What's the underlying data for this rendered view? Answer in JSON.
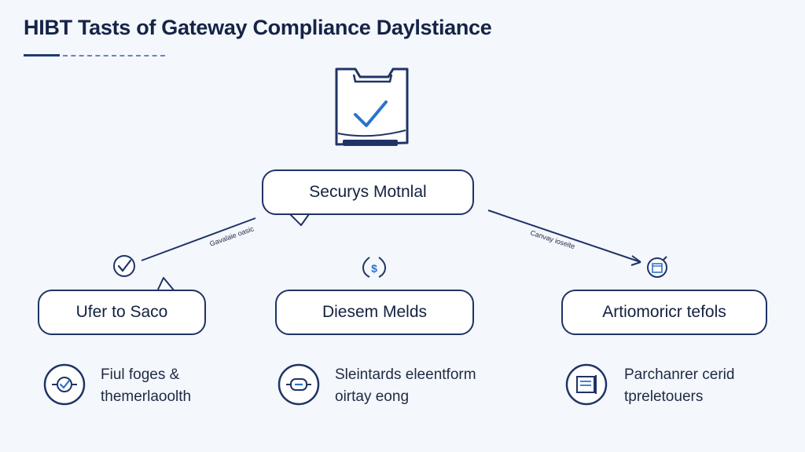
{
  "header": {
    "title": "HIBT Tasts of Gateway Compliance Daylstiance"
  },
  "diagram": {
    "top_node": {
      "label": "Securys Motnlal"
    },
    "edge_labels": {
      "left": "Gavalaie oasic",
      "right": "Canvay ioseite"
    },
    "nodes": [
      {
        "label": "Ufer to Saco",
        "detail": [
          "Fiul foges &",
          "themerlaoolth"
        ]
      },
      {
        "label": "Diesem Melds",
        "detail": [
          "Sleintards eleentform",
          "oirtay eong"
        ]
      },
      {
        "label": "Artiomoricr tefols",
        "detail": [
          "Parchanrer cerid",
          "tpreletouers"
        ]
      }
    ]
  },
  "icons": {
    "clipboard": "clipboard-check-icon",
    "node_left": "check-circle-icon",
    "node_mid": "dollar-icon",
    "node_right": "calendar-icon",
    "detail_left": "check-badge-icon",
    "detail_mid": "gateway-badge-icon",
    "detail_right": "document-badge-icon"
  },
  "colors": {
    "ink": "#1f3366",
    "accent": "#2a74c8",
    "background": "#f4f7fb"
  }
}
